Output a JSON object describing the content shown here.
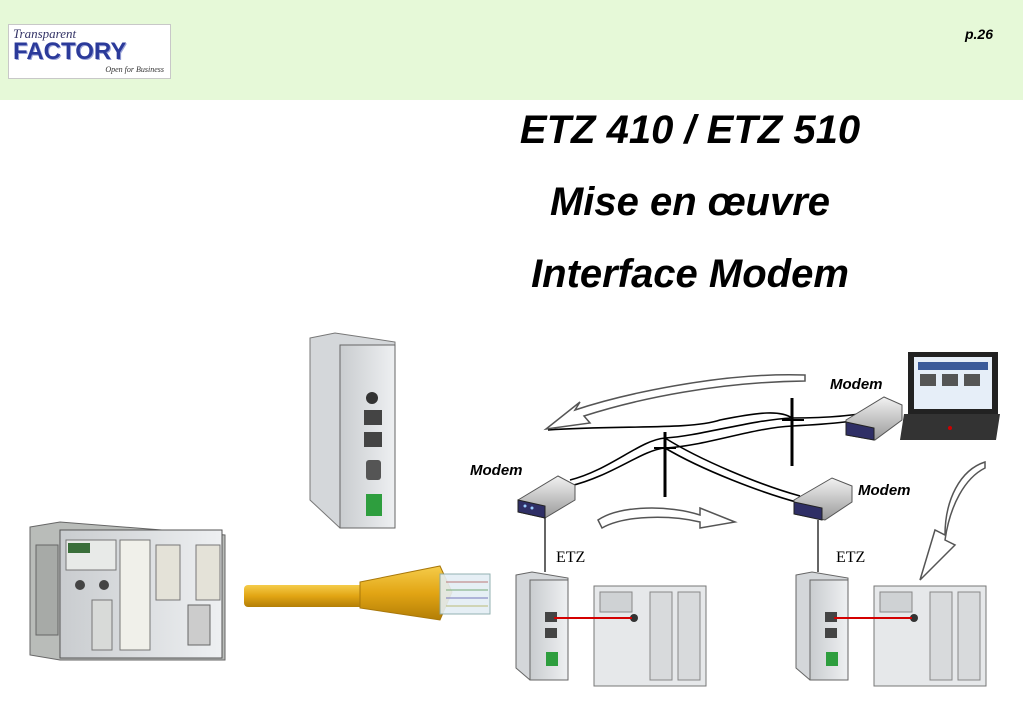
{
  "header": {
    "logo": {
      "line1": "Transparent",
      "line2": "FACTORY",
      "line3": "Open for Business"
    },
    "page_number": "p.26"
  },
  "title": {
    "line1": "ETZ 410  / ETZ 510",
    "line2": "Mise en œuvre",
    "line3": "Interface Modem"
  },
  "diagram": {
    "modem_label_left": "Modem",
    "modem_label_top_right": "Modem",
    "modem_label_right": "Modem",
    "etz_label_left": "ETZ",
    "etz_label_right": "ETZ"
  },
  "colors": {
    "header_band": "#e6f9d8",
    "cable": "#e8b21c",
    "link": "#d40000",
    "arrow_fill": "#ffffff"
  }
}
